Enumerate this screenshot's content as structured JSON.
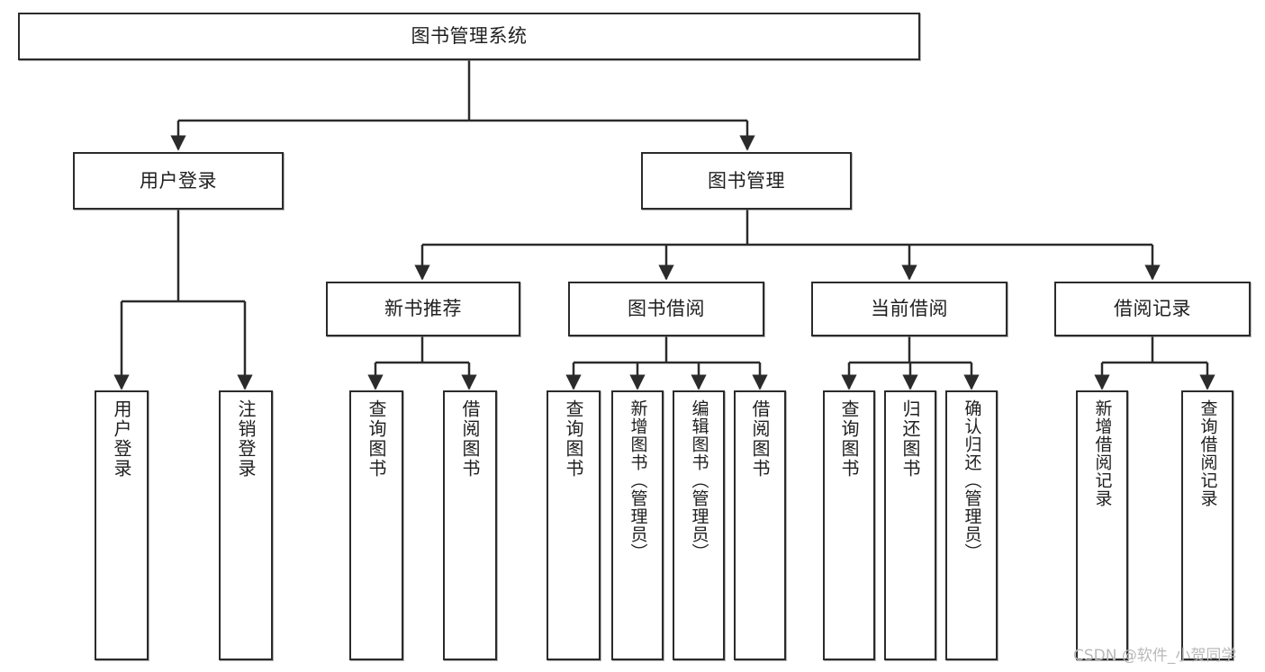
{
  "diagram": {
    "title": "图书管理系统",
    "watermark": "CSDN @软件_小贺同学",
    "colors": {
      "background": "#ffffff",
      "border": "#2b2b2b",
      "text": "#1f1f1f",
      "connector": "#2b2b2b",
      "watermark": "#b9b9b9"
    },
    "root": {
      "label": "图书管理系统"
    },
    "level1": [
      {
        "label": "用户登录"
      },
      {
        "label": "图书管理"
      }
    ],
    "level2": [
      {
        "label": "新书推荐"
      },
      {
        "label": "图书借阅"
      },
      {
        "label": "当前借阅"
      },
      {
        "label": "借阅记录"
      }
    ],
    "leaves": {
      "user_login": [
        {
          "label": "用户登录"
        },
        {
          "label": "注销登录"
        }
      ],
      "new_book": [
        {
          "label": "查询图书"
        },
        {
          "label": "借阅图书"
        }
      ],
      "book_borrow": [
        {
          "label": "查询图书"
        },
        {
          "label": "新增图书（管理员）"
        },
        {
          "label": "编辑图书（管理员）"
        },
        {
          "label": "借阅图书"
        }
      ],
      "current_borrow": [
        {
          "label": "查询图书"
        },
        {
          "label": "归还图书"
        },
        {
          "label": "确认归还（管理员）"
        }
      ],
      "borrow_record": [
        {
          "label": "新增借阅记录"
        },
        {
          "label": "查询借阅记录"
        }
      ]
    }
  }
}
